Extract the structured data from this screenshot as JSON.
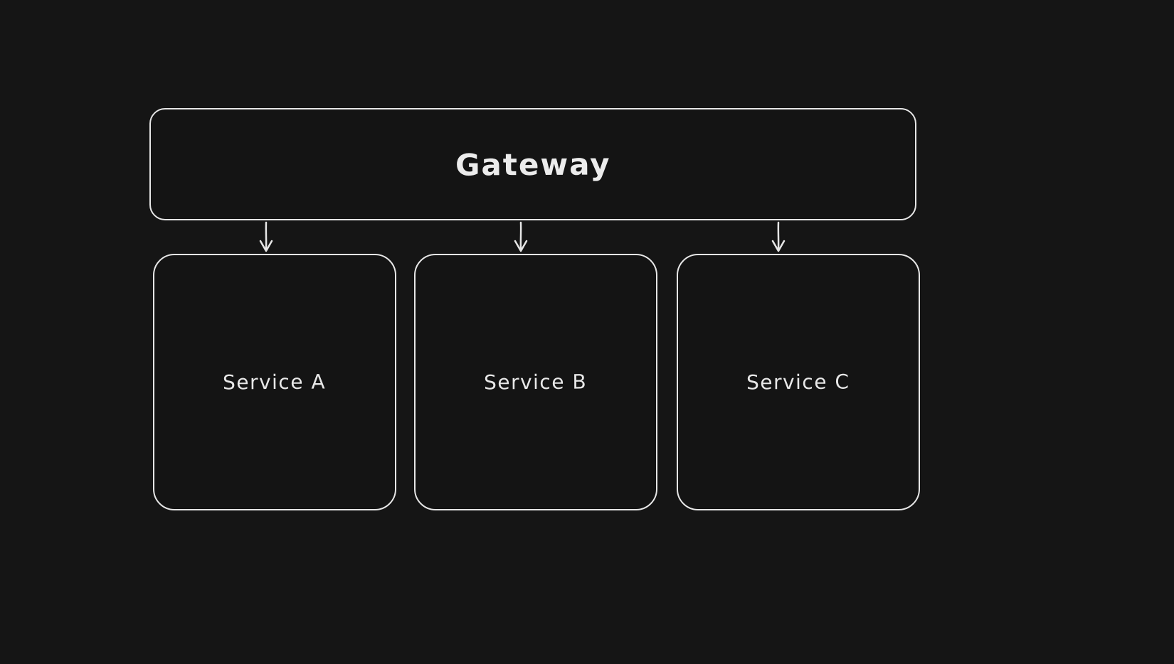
{
  "canvas": {
    "background_color": "#151515",
    "stroke_color": "#e6e6e6",
    "text_color": "#eaeaea"
  },
  "diagram": {
    "type": "architecture-diagram",
    "gateway": {
      "label": "Gateway"
    },
    "services": [
      {
        "label": "Service A"
      },
      {
        "label": "Service B"
      },
      {
        "label": "Service C"
      }
    ],
    "arrows": [
      {
        "from": "Gateway",
        "to": "Service A"
      },
      {
        "from": "Gateway",
        "to": "Service B"
      },
      {
        "from": "Gateway",
        "to": "Service C"
      }
    ]
  }
}
